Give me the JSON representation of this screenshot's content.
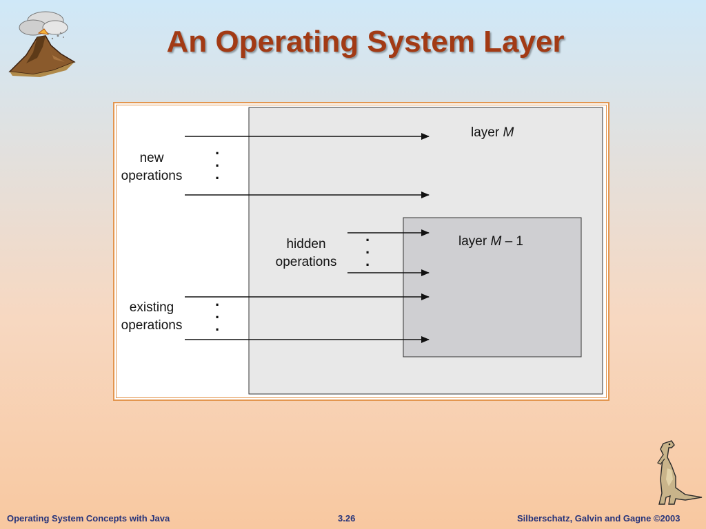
{
  "slide": {
    "title": "An Operating System Layer",
    "footer_left": "Operating System Concepts with Java",
    "footer_center": "3.26",
    "footer_right": "Silberschatz, Galvin and Gagne ©2003"
  },
  "diagram": {
    "outer_layer_label": "layer",
    "outer_layer_var": "M",
    "inner_layer_label": "layer",
    "inner_layer_var": "M",
    "inner_layer_suffix": " – 1",
    "new_ops_line1": "new",
    "new_ops_line2": "operations",
    "hidden_ops_line1": "hidden",
    "hidden_ops_line2": "operations",
    "existing_ops_line1": "existing",
    "existing_ops_line2": "operations"
  },
  "icons": {
    "top_left": "volcano-icon",
    "bottom_right": "dinosaur-icon"
  }
}
